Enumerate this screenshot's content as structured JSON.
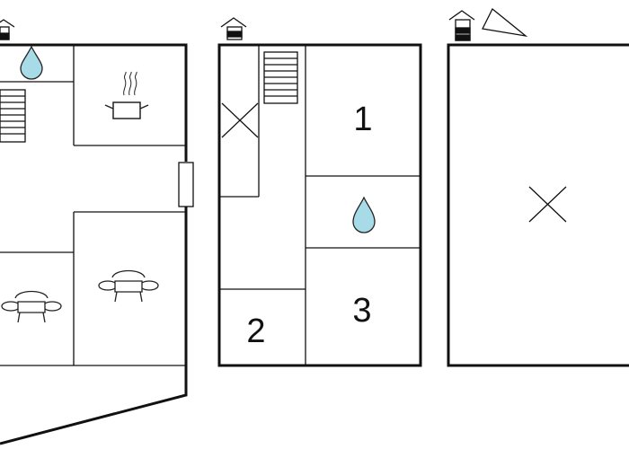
{
  "colors": {
    "wall": "#111111",
    "thin_line": "#222222",
    "water": "#a8dbe8",
    "background": "#ffffff"
  },
  "floors": [
    {
      "level_icon": "house-level-ground-icon",
      "rooms": [
        {
          "kind": "bathroom",
          "icon": "water-drop-icon"
        },
        {
          "kind": "kitchen",
          "icon": "cooking-pot-icon"
        },
        {
          "kind": "living-room",
          "icon": "armchair-icon"
        },
        {
          "kind": "living-room",
          "icon": "armchair-icon"
        }
      ],
      "stairs_icon": "stairs-icon",
      "terrace": true
    },
    {
      "level_icon": "house-level-first-icon",
      "rooms": [
        {
          "label": "1"
        },
        {
          "kind": "bathroom",
          "icon": "water-drop-icon"
        },
        {
          "label": "2"
        },
        {
          "label": "3"
        }
      ],
      "stairs_icon": "stairs-icon",
      "void_icon": "cross-mark-icon"
    },
    {
      "level_icon": "house-level-attic-icon",
      "roof_icon": "roof-slope-icon",
      "void_icon": "cross-mark-icon"
    }
  ]
}
